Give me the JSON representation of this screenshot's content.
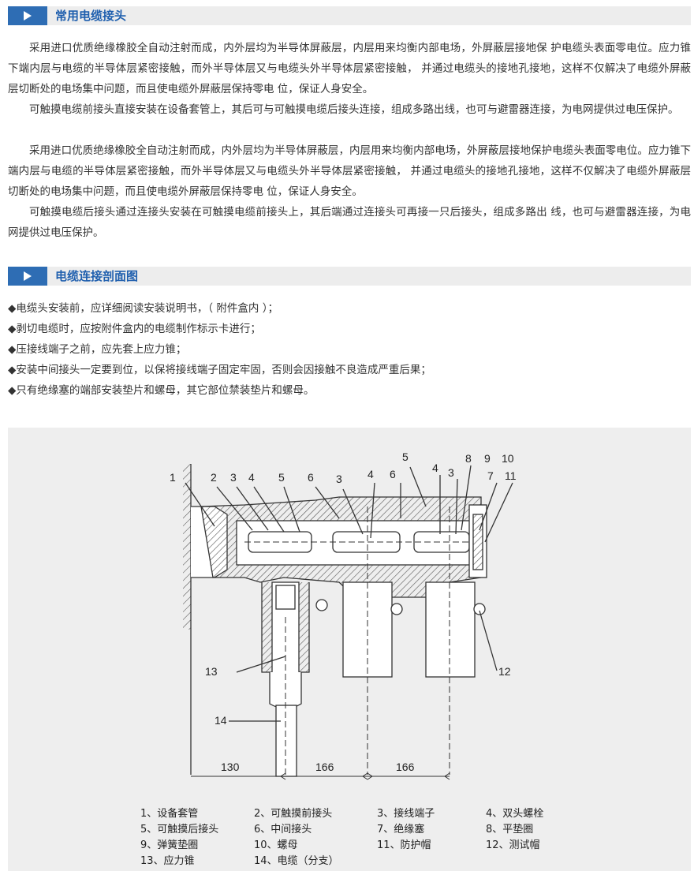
{
  "section1": {
    "title": "常用电缆接头"
  },
  "paragraphs": [
    "采用进口优质绝缘橡胶全自动注射而成，内外层均为半导体屏蔽层，内层用来均衡内部电场，外屏蔽层接地保 护电缆头表面零电位。应力锥下端内层与电缆的半导体层紧密接触，而外半导体层又与电缆头外半导体层紧密接触， 并通过电缆头的接地孔接地，这样不仅解决了电缆外屏蔽层切断处的电场集中问题，而且使电缆外屏蔽层保持零电 位，保证人身安全。",
    "可触摸电缆前接头直接安装在设备套管上，其后可与可触摸电缆后接头连接，组成多路出线，也可与避雷器连接，为电网提供过电压保护。",
    "采用进口优质绝缘橡胶全自动注射而成，内外层均为半导体屏蔽层，内层用来均衡内部电场，外屏蔽层接地保护电缆头表面零电位。应力锥下端内层与电缆的半导体层紧密接触，而外半导体层又与电缆头外半导体层紧密接触， 并通过电缆头的接地孔接地，这样不仅解决了电缆外屏蔽层切断处的电场集中问题，而且使电缆外屏蔽层保持零电 位，保证人身安全。",
    "可触摸电缆后接头通过连接头安装在可触摸电缆前接头上，其后端通过连接头可再接一只后接头，组成多路出 线，也可与避雷器连接，为电网提供过电压保护。"
  ],
  "section2": {
    "title": "电缆连接剖面图"
  },
  "notes": [
    "◆电缆头安装前，应详细阅读安装说明书，（ 附件盒内 ）；",
    "◆剥切电缆时，应按附件盒内的电缆制作标示卡进行；",
    "◆压接线端子之前，应先套上应力锥；",
    "◆安装中间接头一定要到位，以保将接线端子固定牢固，否则会因接触不良造成严重后果；",
    "◆只有绝缘塞的端部安装垫片和螺母，其它部位禁装垫片和螺母。"
  ],
  "diagram": {
    "callouts": [
      "1",
      "2",
      "3",
      "4",
      "5",
      "6",
      "3",
      "4",
      "6",
      "5",
      "4",
      "3",
      "8",
      "9",
      "10",
      "7",
      "11",
      "12",
      "13",
      "14"
    ],
    "dimensions": [
      "130",
      "166",
      "166"
    ],
    "colors": {
      "background": "#eeeeee",
      "line": "#333333",
      "hatch": "#555555"
    }
  },
  "legend": [
    [
      "1、设备套管",
      "2、可触摸前接头",
      "3、接线端子",
      "4、双头螺栓"
    ],
    [
      "5、可触摸后接头",
      "6、中间接头",
      "7、绝缘塞",
      "8、平垫圈"
    ],
    [
      "9、弹簧垫圈",
      "10、螺母",
      "11、防护帽",
      "12、测试帽"
    ],
    [
      "13、应力锥",
      "14、电缆（分支）"
    ]
  ],
  "colors": {
    "accent": "#2e6db4",
    "title": "#1f5fae",
    "bar": "#ededed"
  }
}
